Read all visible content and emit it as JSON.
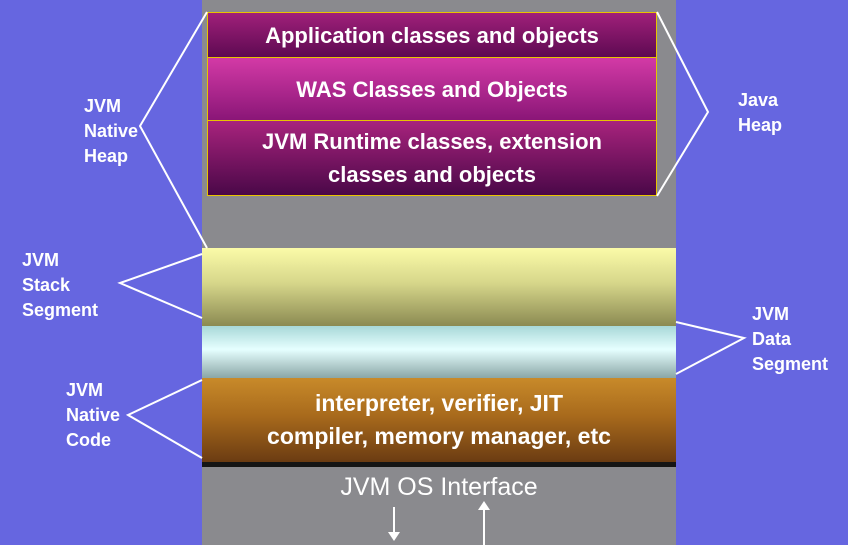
{
  "java_heap": {
    "application": "Application classes and objects",
    "was": "WAS Classes and Objects",
    "runtime_line1": "JVM Runtime classes, extension",
    "runtime_line2": "classes and objects"
  },
  "native_code": {
    "line1": "interpreter, verifier, JIT",
    "line2": "compiler, memory manager, etc"
  },
  "os_interface": "JVM  OS Interface",
  "labels": {
    "native_heap": [
      "JVM",
      "Native",
      "Heap"
    ],
    "java_heap": [
      "Java",
      "Heap"
    ],
    "stack_segment": [
      "JVM",
      "Stack",
      "Segment"
    ],
    "data_segment": [
      "JVM",
      "Data",
      "Segment"
    ],
    "native_code": [
      "JVM",
      "Native",
      "Code"
    ]
  },
  "colors": {
    "background": "#6666e0",
    "column": "#8a8a8e",
    "heap_border": "#e8c400"
  }
}
